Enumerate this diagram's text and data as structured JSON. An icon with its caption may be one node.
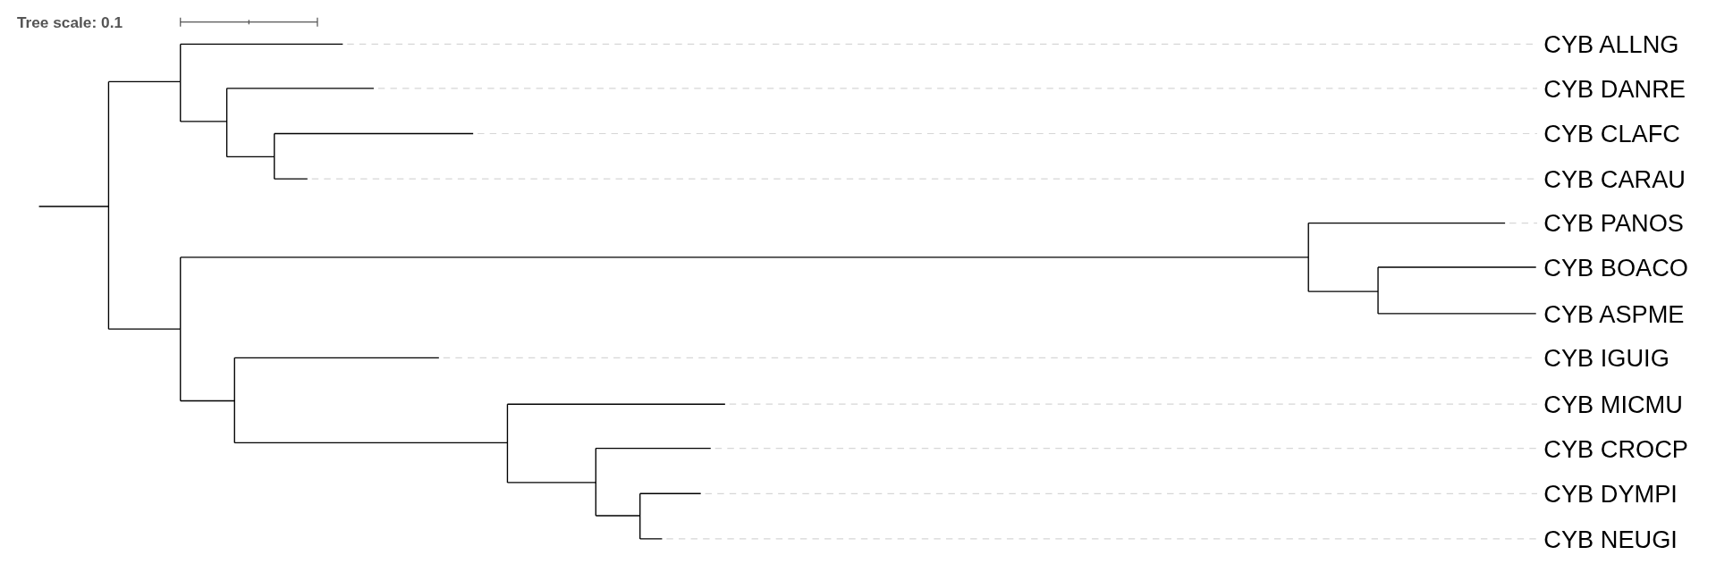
{
  "diagram": {
    "labels": [
      "Tree scale: 0.1",
      "CYB ALLNG",
      "CYB DANRE",
      "CYB CLAFC",
      "CYB CARAU",
      "CYB PANOS",
      "CYB BOACO",
      "CYB ASPME",
      "CYB IGUIG",
      "CYB MICMU",
      "CYB CROCP",
      "CYB DYMPI",
      "CYB NEUGI"
    ]
  }
}
